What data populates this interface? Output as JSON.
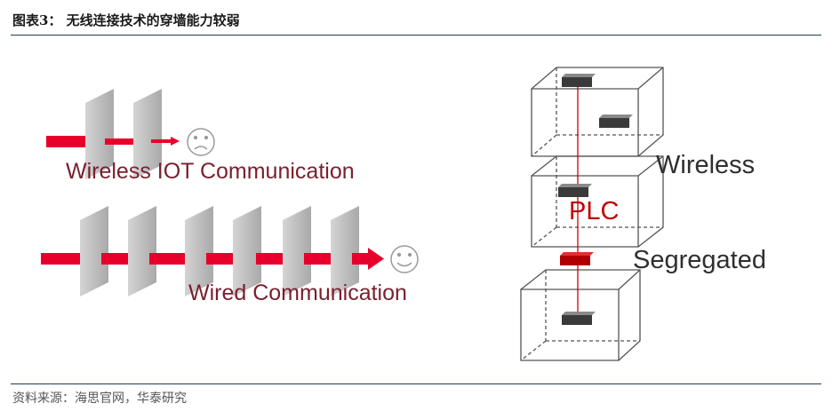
{
  "header": {
    "title": "图表3：   无线连接技术的穿墙能力较弱"
  },
  "left": {
    "wireless_label": "Wireless IOT Communication",
    "wired_label": "Wired Communication",
    "wireless_wall_count": 2,
    "wired_wall_count": 6,
    "wireless_face": "sad-face-icon",
    "wired_face": "smile-face-icon"
  },
  "right": {
    "label_wireless": "Wireless",
    "label_plc": "PLC",
    "label_segregated": "Segregated"
  },
  "colors": {
    "signal": "#e8002c",
    "wall": "#bfbfbf",
    "rule": "#1f3b5a",
    "plc_red": "#c00000"
  },
  "footer": {
    "source": "资料来源：海思官网，华泰研究"
  }
}
